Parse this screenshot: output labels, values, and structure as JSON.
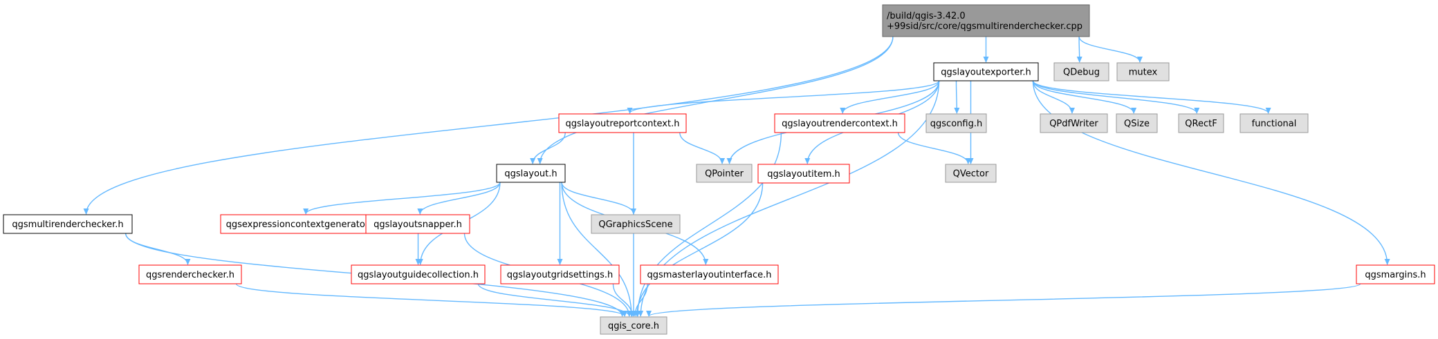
{
  "diagram": {
    "title": "",
    "colors": {
      "edge": "#63b8ff",
      "root_fill": "#999999",
      "root_stroke": "#666666",
      "normal_fill": "#ffffff",
      "normal_stroke": "#000000",
      "external_fill": "#e0e0e0",
      "external_stroke": "#999999",
      "incomplete_fill": "#ffffff",
      "incomplete_stroke": "#ff0000"
    },
    "nodes": [
      {
        "id": "root",
        "label_lines": [
          "/build/qgis-3.42.0",
          "+99sid/src/core/qgsmultirenderchecker.cpp"
        ],
        "kind": "root"
      },
      {
        "id": "qgsmultirenderchecker_h",
        "label_lines": [
          "qgsmultirenderchecker.h"
        ],
        "kind": "normal"
      },
      {
        "id": "qgslayout_h",
        "label_lines": [
          "qgslayout.h"
        ],
        "kind": "normal"
      },
      {
        "id": "qgslayoutexporter_h",
        "label_lines": [
          "qgslayoutexporter.h"
        ],
        "kind": "normal"
      },
      {
        "id": "QDebug",
        "label_lines": [
          "QDebug"
        ],
        "kind": "external"
      },
      {
        "id": "mutex",
        "label_lines": [
          "mutex"
        ],
        "kind": "external"
      },
      {
        "id": "qgsrenderchecker_h",
        "label_lines": [
          "qgsrenderchecker.h"
        ],
        "kind": "incomplete"
      },
      {
        "id": "qgis_core_h",
        "label_lines": [
          "qgis_core.h"
        ],
        "kind": "external"
      },
      {
        "id": "qgsexpressioncontextgenerator_h",
        "label_lines": [
          "qgsexpressioncontextgenerator.h"
        ],
        "kind": "incomplete"
      },
      {
        "id": "qgslayoutsnapper_h",
        "label_lines": [
          "qgslayoutsnapper.h"
        ],
        "kind": "incomplete"
      },
      {
        "id": "qgslayoutguidecollection_h",
        "label_lines": [
          "qgslayoutguidecollection.h"
        ],
        "kind": "incomplete"
      },
      {
        "id": "qgslayoutgridsettings_h",
        "label_lines": [
          "qgslayoutgridsettings.h"
        ],
        "kind": "incomplete"
      },
      {
        "id": "qgsmasterlayoutinterface_h",
        "label_lines": [
          "qgsmasterlayoutinterface.h"
        ],
        "kind": "incomplete"
      },
      {
        "id": "QGraphicsScene",
        "label_lines": [
          "QGraphicsScene"
        ],
        "kind": "external"
      },
      {
        "id": "qgslayoutreportcontext_h",
        "label_lines": [
          "qgslayoutreportcontext.h"
        ],
        "kind": "incomplete"
      },
      {
        "id": "QPointer",
        "label_lines": [
          "QPointer"
        ],
        "kind": "external"
      },
      {
        "id": "qgslayoutrendercontext_h",
        "label_lines": [
          "qgslayoutrendercontext.h"
        ],
        "kind": "incomplete"
      },
      {
        "id": "QVector",
        "label_lines": [
          "QVector"
        ],
        "kind": "external"
      },
      {
        "id": "qgslayoutitem_h",
        "label_lines": [
          "qgslayoutitem.h"
        ],
        "kind": "incomplete"
      },
      {
        "id": "qgsconfig_h",
        "label_lines": [
          "qgsconfig.h"
        ],
        "kind": "external"
      },
      {
        "id": "QPdfWriter",
        "label_lines": [
          "QPdfWriter"
        ],
        "kind": "external"
      },
      {
        "id": "QSize",
        "label_lines": [
          "QSize"
        ],
        "kind": "external"
      },
      {
        "id": "QRectF",
        "label_lines": [
          "QRectF"
        ],
        "kind": "external"
      },
      {
        "id": "functional",
        "label_lines": [
          "functional"
        ],
        "kind": "external"
      },
      {
        "id": "qgsmargins_h",
        "label_lines": [
          "qgsmargins.h"
        ],
        "kind": "incomplete"
      }
    ],
    "edges": [
      {
        "from": "root",
        "to": "qgsmultirenderchecker_h"
      },
      {
        "from": "root",
        "to": "qgslayout_h"
      },
      {
        "from": "root",
        "to": "qgslayoutexporter_h"
      },
      {
        "from": "root",
        "to": "QDebug"
      },
      {
        "from": "root",
        "to": "mutex"
      },
      {
        "from": "qgsmultirenderchecker_h",
        "to": "qgis_core_h"
      },
      {
        "from": "qgsmultirenderchecker_h",
        "to": "qgsrenderchecker_h"
      },
      {
        "from": "qgsrenderchecker_h",
        "to": "qgis_core_h"
      },
      {
        "from": "qgslayout_h",
        "to": "qgis_core_h"
      },
      {
        "from": "qgslayout_h",
        "to": "qgsexpressioncontextgenerator_h"
      },
      {
        "from": "qgslayout_h",
        "to": "qgslayoutsnapper_h"
      },
      {
        "from": "qgslayout_h",
        "to": "qgslayoutguidecollection_h"
      },
      {
        "from": "qgslayout_h",
        "to": "qgslayoutgridsettings_h"
      },
      {
        "from": "qgslayout_h",
        "to": "qgsmasterlayoutinterface_h"
      },
      {
        "from": "qgslayout_h",
        "to": "QGraphicsScene"
      },
      {
        "from": "qgslayoutsnapper_h",
        "to": "qgis_core_h"
      },
      {
        "from": "qgslayoutsnapper_h",
        "to": "qgslayoutguidecollection_h"
      },
      {
        "from": "qgslayoutguidecollection_h",
        "to": "qgis_core_h"
      },
      {
        "from": "qgslayoutgridsettings_h",
        "to": "qgis_core_h"
      },
      {
        "from": "qgsmasterlayoutinterface_h",
        "to": "qgis_core_h"
      },
      {
        "from": "qgslayoutexporter_h",
        "to": "qgslayoutreportcontext_h"
      },
      {
        "from": "qgslayoutexporter_h",
        "to": "qgslayoutrendercontext_h"
      },
      {
        "from": "qgslayoutexporter_h",
        "to": "qgslayoutitem_h"
      },
      {
        "from": "qgslayoutexporter_h",
        "to": "QPointer"
      },
      {
        "from": "qgslayoutexporter_h",
        "to": "qgsconfig_h"
      },
      {
        "from": "qgslayoutexporter_h",
        "to": "QVector"
      },
      {
        "from": "qgslayoutexporter_h",
        "to": "QPdfWriter"
      },
      {
        "from": "qgslayoutexporter_h",
        "to": "QSize"
      },
      {
        "from": "qgslayoutexporter_h",
        "to": "QRectF"
      },
      {
        "from": "qgslayoutexporter_h",
        "to": "functional"
      },
      {
        "from": "qgslayoutexporter_h",
        "to": "qgis_core_h"
      },
      {
        "from": "qgslayoutexporter_h",
        "to": "qgsmargins_h"
      },
      {
        "from": "qgslayoutreportcontext_h",
        "to": "qgslayout_h"
      },
      {
        "from": "qgslayoutreportcontext_h",
        "to": "QPointer"
      },
      {
        "from": "qgslayoutreportcontext_h",
        "to": "qgis_core_h"
      },
      {
        "from": "qgslayoutrendercontext_h",
        "to": "QVector"
      },
      {
        "from": "qgslayoutrendercontext_h",
        "to": "qgis_core_h"
      },
      {
        "from": "qgslayoutitem_h",
        "to": "qgis_core_h"
      },
      {
        "from": "qgsmargins_h",
        "to": "qgis_core_h"
      }
    ]
  }
}
